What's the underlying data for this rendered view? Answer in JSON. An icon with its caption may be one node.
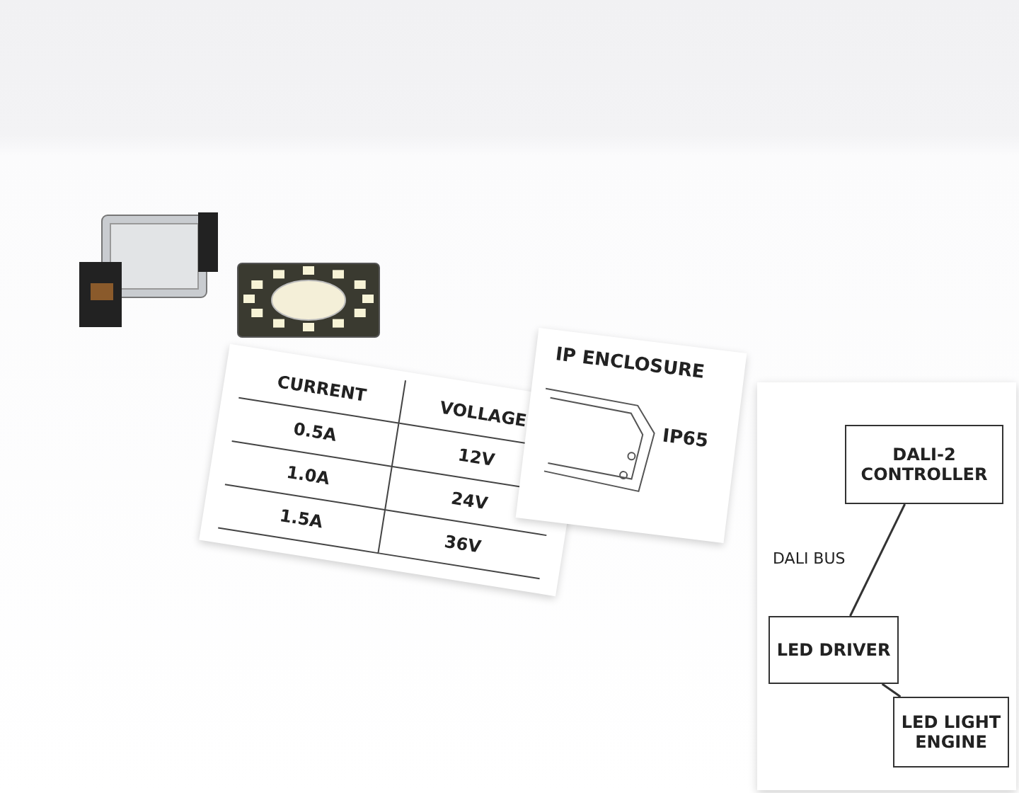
{
  "diagram": {
    "nodes": [
      {
        "text": [
          "DALI-2 CONTROLLER"
        ]
      },
      {
        "text": [
          "LED DRIVER"
        ]
      },
      {
        "text": [
          "LED LIGHT ENGINE"
        ]
      }
    ],
    "edges": [
      {
        "from": 0,
        "to": 1,
        "arrow": "none",
        "label": "DALI BUS"
      },
      {
        "from": 1,
        "to": 2,
        "arrow": "none"
      }
    ],
    "labels": [
      "IP ENCLOSURE",
      "IP65",
      "CURRENT",
      "VOLLAGE",
      "0.5A",
      "12V",
      "1.0A",
      "24V",
      "1.5A",
      "36V"
    ]
  }
}
